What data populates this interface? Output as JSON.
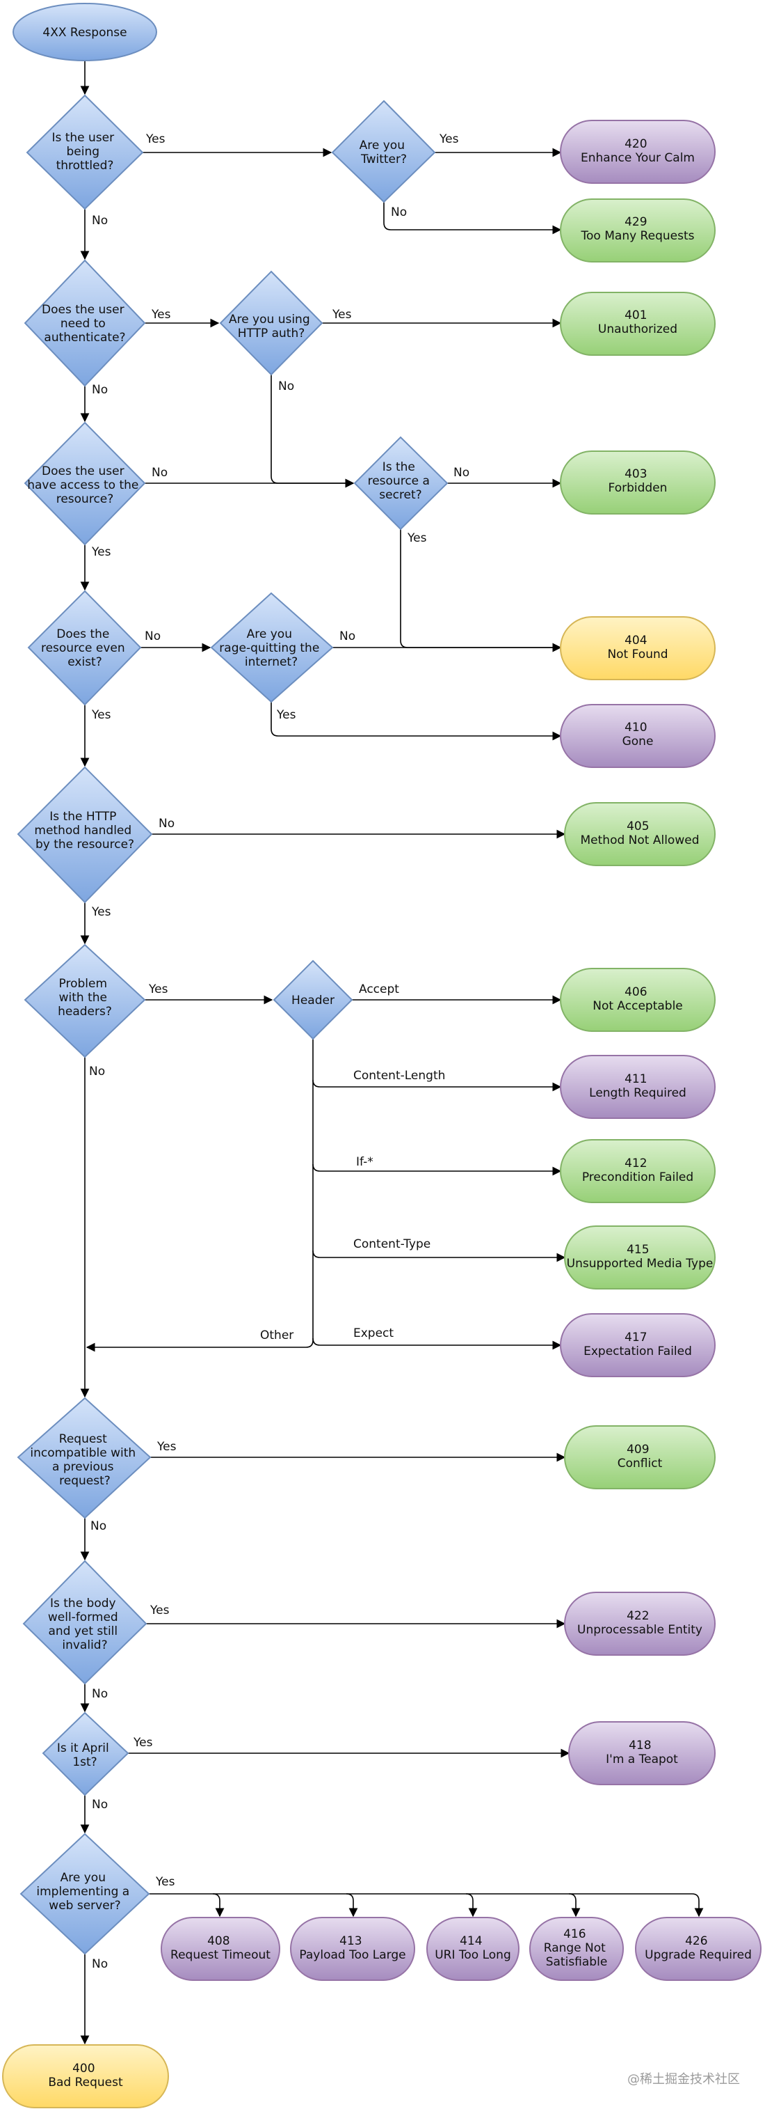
{
  "start": {
    "lines": [
      "4XX Response"
    ]
  },
  "questions": {
    "throttled": [
      "Is the user",
      "being",
      "throttled?"
    ],
    "twitter": [
      "Are you",
      "Twitter?"
    ],
    "authenticate": [
      "Does the user",
      "need to",
      "authenticate?"
    ],
    "http_auth": [
      "Are you using",
      "HTTP auth?"
    ],
    "access": [
      "Does the user",
      "have access to the",
      "resource?"
    ],
    "secret": [
      "Is the",
      "resource a",
      "secret?"
    ],
    "exist": [
      "Does the",
      "resource even",
      "exist?"
    ],
    "ragequit": [
      "Are you",
      "rage-quitting the",
      "internet?"
    ],
    "method": [
      "Is the HTTP",
      "method handled",
      "by the resource?"
    ],
    "headers": [
      "Problem",
      "with the",
      "headers?"
    ],
    "header": [
      "Header"
    ],
    "incompatible": [
      "Request",
      "incompatible with",
      "a previous",
      "request?"
    ],
    "wellformed": [
      "Is the body",
      "well-formed",
      "and yet still",
      "invalid?"
    ],
    "april": [
      "Is it April",
      "1st?"
    ],
    "webserver": [
      "Are you",
      "implementing a",
      "web server?"
    ]
  },
  "responses": {
    "r420": [
      "420",
      "Enhance Your Calm"
    ],
    "r429": [
      "429",
      "Too Many Requests"
    ],
    "r401": [
      "401",
      "Unauthorized"
    ],
    "r403": [
      "403",
      "Forbidden"
    ],
    "r404": [
      "404",
      "Not Found"
    ],
    "r410": [
      "410",
      "Gone"
    ],
    "r405": [
      "405",
      "Method Not Allowed"
    ],
    "r406": [
      "406",
      "Not Acceptable"
    ],
    "r411": [
      "411",
      "Length Required"
    ],
    "r412": [
      "412",
      "Precondition Failed"
    ],
    "r415": [
      "415",
      "Unsupported Media Type"
    ],
    "r417": [
      "417",
      "Expectation Failed"
    ],
    "r409": [
      "409",
      "Conflict"
    ],
    "r422": [
      "422",
      "Unprocessable Entity"
    ],
    "r418": [
      "418",
      "I'm a Teapot"
    ],
    "r408": [
      "408",
      "Request Timeout"
    ],
    "r413": [
      "413",
      "Payload Too Large"
    ],
    "r414": [
      "414",
      "URI Too Long"
    ],
    "r416": [
      "416",
      "Range Not",
      "Satisfiable"
    ],
    "r426": [
      "426",
      "Upgrade Required"
    ],
    "r400": [
      "400",
      "Bad Request"
    ]
  },
  "edge_labels": {
    "yes": "Yes",
    "no": "No",
    "accept": "Accept",
    "content_length": "Content-Length",
    "if_star": "If-*",
    "content_type": "Content-Type",
    "expect": "Expect",
    "other": "Other"
  },
  "watermark": "@稀土掘金技术社区",
  "colors": {
    "blue_fill": "#a9c7ef",
    "blue_stroke": "#6c8ebf",
    "green_fill": "#b9e0a5",
    "green_stroke": "#82b366",
    "purple_fill": "#c9b8d8",
    "purple_stroke": "#9673a6",
    "yellow_fill": "#ffe28a",
    "yellow_stroke": "#d6b656"
  }
}
